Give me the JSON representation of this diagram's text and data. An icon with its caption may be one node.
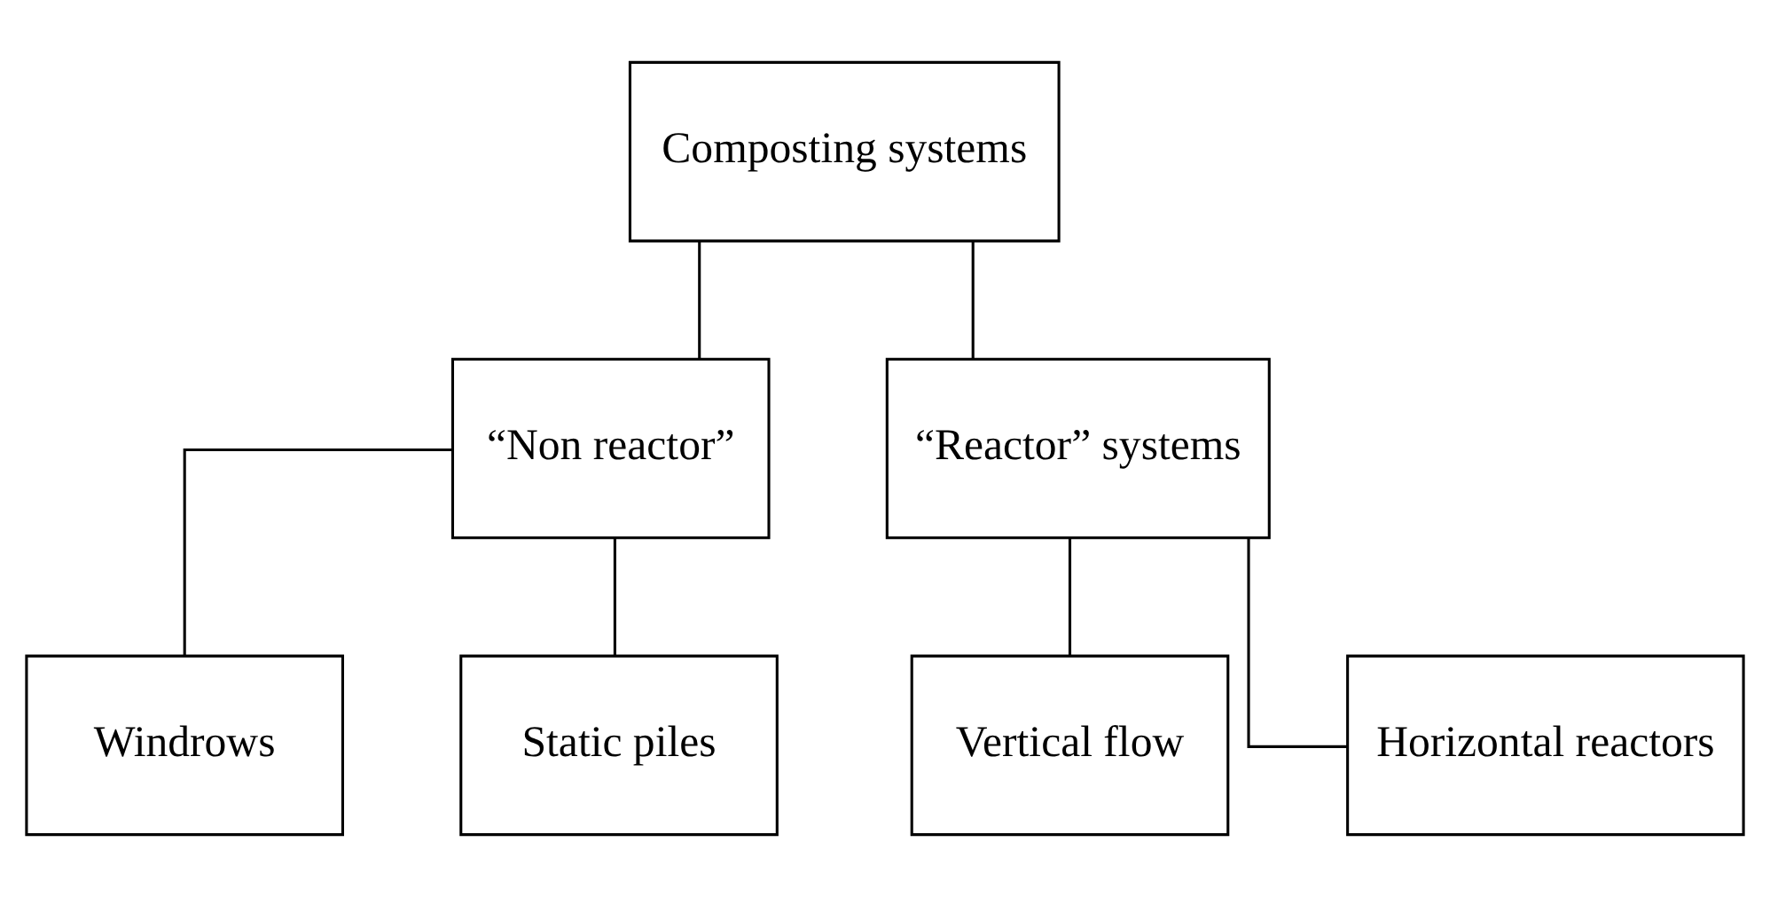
{
  "diagram": {
    "nodes": [
      {
        "text": [
          "Composting systems"
        ]
      },
      {
        "text": [
          "“Non reactor”"
        ]
      },
      {
        "text": [
          "“Reactor” systems"
        ]
      },
      {
        "text": [
          "Windrows"
        ]
      },
      {
        "text": [
          "Static piles"
        ]
      },
      {
        "text": [
          "Vertical flow"
        ]
      },
      {
        "text": [
          "Horizontal reactors"
        ]
      }
    ],
    "edges": [
      {
        "from": 0,
        "to": 1,
        "arrow": "none"
      },
      {
        "from": 0,
        "to": 2,
        "arrow": "none"
      },
      {
        "from": 1,
        "to": 3,
        "arrow": "none"
      },
      {
        "from": 1,
        "to": 4,
        "arrow": "none"
      },
      {
        "from": 2,
        "to": 5,
        "arrow": "none"
      },
      {
        "from": 2,
        "to": 6,
        "arrow": "none"
      }
    ]
  }
}
